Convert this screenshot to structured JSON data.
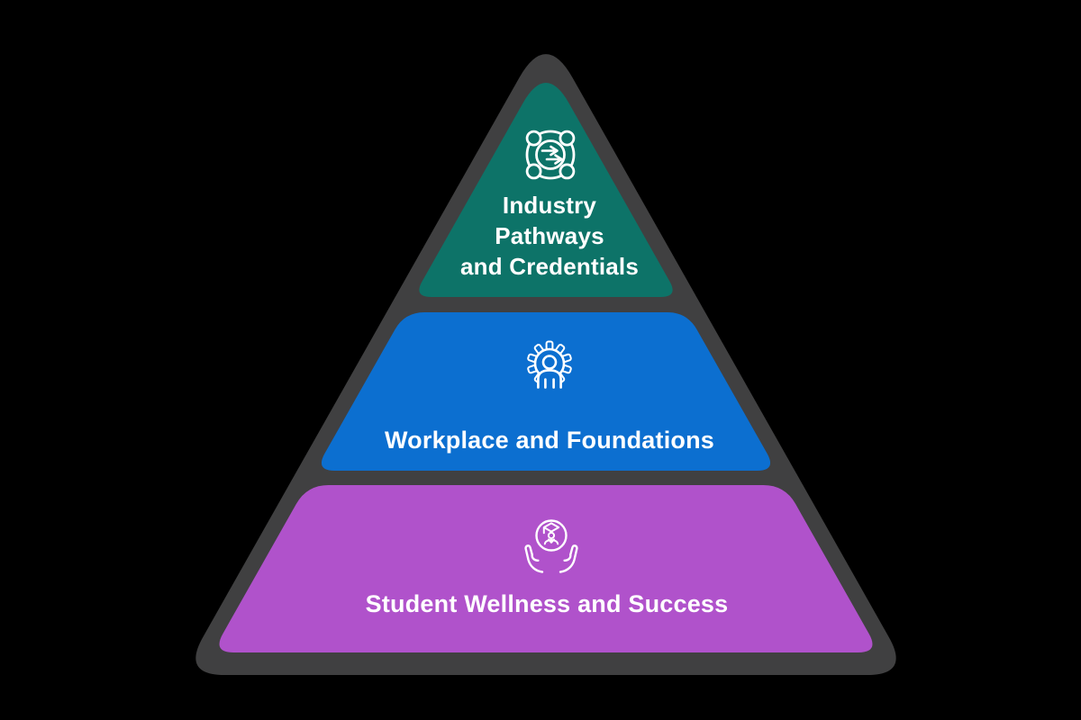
{
  "background_color": "#000000",
  "pyramid": {
    "outline_color": "#404041",
    "text_color": "#FFFFFF",
    "icon_stroke_color": "#FFFFFF",
    "tiers": [
      {
        "id": "top",
        "label": "Industry\nPathways\nand Credentials",
        "color": "#0D7368",
        "icon": "process-arrows-icon"
      },
      {
        "id": "middle",
        "label": "Workplace and Foundations",
        "color": "#0C6FD0",
        "icon": "person-gear-icon"
      },
      {
        "id": "bottom",
        "label": "Student Wellness and Success",
        "color": "#B052CB",
        "icon": "hands-graduate-icon"
      }
    ]
  }
}
